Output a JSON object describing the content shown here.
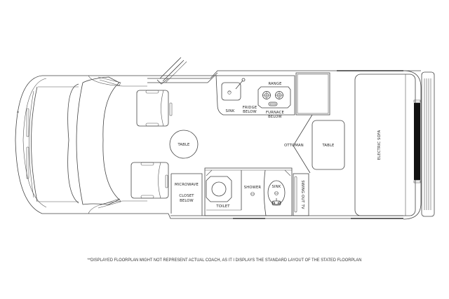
{
  "floorplan": {
    "labels": {
      "sink_kitchen": "SINK",
      "fridge": "FRIDGE",
      "fridge_sub": "BELOW",
      "range": "RANGE",
      "furnace": "FURNACE",
      "furnace_sub": "BELOW",
      "table_front": "TABLE",
      "ottoman": "OTTOMAN",
      "table_rear": "TABLE",
      "electric_sofa": "ELECTRIC SOFA",
      "microwave": "MICROWAVE",
      "closet": "CLOSET",
      "closet_sub": "BELOW",
      "toilet": "TOILET",
      "shower": "SHOWER",
      "sink_bath": "SINK",
      "swing_out_tv": "SWING OUT TV"
    }
  },
  "disclaimer": "**DISPLAYED FLOORPLAN MIGHT NOT REPRESENT ACTUAL COACH, AS IT I DISPLAYS THE STANDARD LAYOUT OF THE STATED FLOORPLAN"
}
